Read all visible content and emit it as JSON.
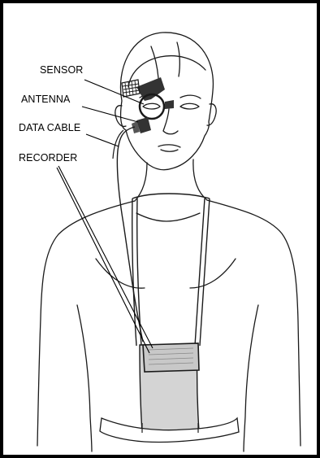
{
  "labels": {
    "sensor": "SENSOR",
    "antenna": "ANTENNA",
    "data_cable": "DATA CABLE",
    "recorder": "RECORDER"
  },
  "colors": {
    "frame": "#000000",
    "ink": "#1a1a1a",
    "device_fill": "#333333",
    "recorder_fill": "#c8c8c8",
    "pouch_fill": "#d4d4d4"
  }
}
